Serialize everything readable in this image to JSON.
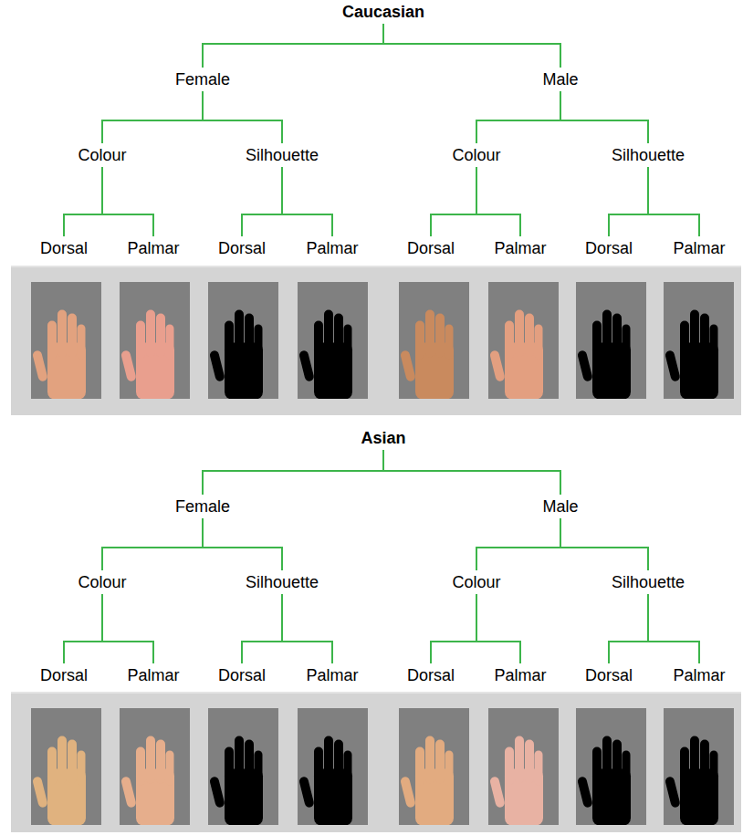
{
  "diagram": {
    "nodes": [
      {
        "text": [
          "Caucasian"
        ]
      },
      {
        "text": [
          "Female"
        ]
      },
      {
        "text": [
          "Male"
        ]
      },
      {
        "text": [
          "Colour"
        ]
      },
      {
        "text": [
          "Silhouette"
        ]
      },
      {
        "text": [
          "Colour"
        ]
      },
      {
        "text": [
          "Silhouette"
        ]
      },
      {
        "text": [
          "Dorsal"
        ]
      },
      {
        "text": [
          "Palmar"
        ]
      },
      {
        "text": [
          "Dorsal"
        ]
      },
      {
        "text": [
          "Palmar"
        ]
      },
      {
        "text": [
          "Dorsal"
        ]
      },
      {
        "text": [
          "Palmar"
        ]
      },
      {
        "text": [
          "Dorsal"
        ]
      },
      {
        "text": [
          "Palmar"
        ]
      },
      {
        "text": [
          "Asian"
        ]
      },
      {
        "text": [
          "Female"
        ]
      },
      {
        "text": [
          "Male"
        ]
      },
      {
        "text": [
          "Colour"
        ]
      },
      {
        "text": [
          "Silhouette"
        ]
      },
      {
        "text": [
          "Colour"
        ]
      },
      {
        "text": [
          "Silhouette"
        ]
      },
      {
        "text": [
          "Dorsal"
        ]
      },
      {
        "text": [
          "Palmar"
        ]
      },
      {
        "text": [
          "Dorsal"
        ]
      },
      {
        "text": [
          "Palmar"
        ]
      },
      {
        "text": [
          "Dorsal"
        ]
      },
      {
        "text": [
          "Palmar"
        ]
      },
      {
        "text": [
          "Dorsal"
        ]
      },
      {
        "text": [
          "Palmar"
        ]
      }
    ],
    "edges": [
      {
        "from": 0,
        "to": 1,
        "arrow": "none"
      },
      {
        "from": 0,
        "to": 2,
        "arrow": "none"
      },
      {
        "from": 1,
        "to": 3,
        "arrow": "none"
      },
      {
        "from": 1,
        "to": 4,
        "arrow": "none"
      },
      {
        "from": 2,
        "to": 5,
        "arrow": "none"
      },
      {
        "from": 2,
        "to": 6,
        "arrow": "none"
      },
      {
        "from": 3,
        "to": 7,
        "arrow": "none"
      },
      {
        "from": 3,
        "to": 8,
        "arrow": "none"
      },
      {
        "from": 4,
        "to": 9,
        "arrow": "none"
      },
      {
        "from": 4,
        "to": 10,
        "arrow": "none"
      },
      {
        "from": 5,
        "to": 11,
        "arrow": "none"
      },
      {
        "from": 5,
        "to": 12,
        "arrow": "none"
      },
      {
        "from": 6,
        "to": 13,
        "arrow": "none"
      },
      {
        "from": 6,
        "to": 14,
        "arrow": "none"
      },
      {
        "from": 15,
        "to": 16,
        "arrow": "none"
      },
      {
        "from": 15,
        "to": 17,
        "arrow": "none"
      },
      {
        "from": 16,
        "to": 18,
        "arrow": "none"
      },
      {
        "from": 16,
        "to": 19,
        "arrow": "none"
      },
      {
        "from": 17,
        "to": 20,
        "arrow": "none"
      },
      {
        "from": 17,
        "to": 21,
        "arrow": "none"
      },
      {
        "from": 18,
        "to": 22,
        "arrow": "none"
      },
      {
        "from": 18,
        "to": 23,
        "arrow": "none"
      },
      {
        "from": 19,
        "to": 24,
        "arrow": "none"
      },
      {
        "from": 19,
        "to": 25,
        "arrow": "none"
      },
      {
        "from": 20,
        "to": 26,
        "arrow": "none"
      },
      {
        "from": 20,
        "to": 27,
        "arrow": "none"
      },
      {
        "from": 21,
        "to": 28,
        "arrow": "none"
      },
      {
        "from": 21,
        "to": 29,
        "arrow": "none"
      }
    ]
  }
}
